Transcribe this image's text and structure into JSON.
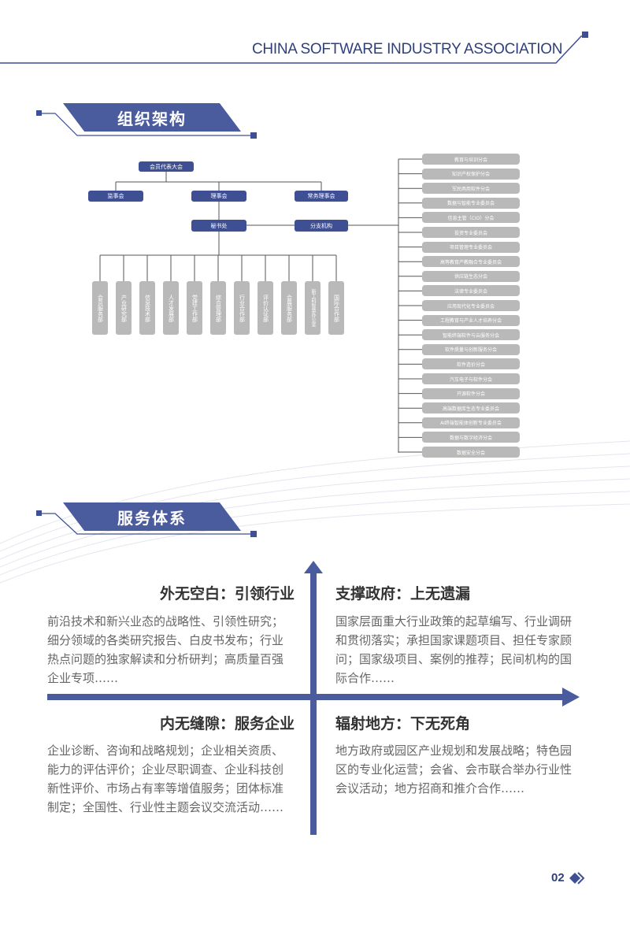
{
  "header": {
    "org_name": "CHINA SOFTWARE INDUSTRY ASSOCIATION"
  },
  "sections": {
    "org": "组织架构",
    "service": "服务体系"
  },
  "org_chart": {
    "top": "会员代表大会",
    "supervisors": "监事会",
    "council": "理事会",
    "standing": "常务理事会",
    "secretariat": "秘书处",
    "branches": "分支机构",
    "departments": [
      "会员服务部",
      "产业研究部",
      "信息技术部",
      "人才发展部",
      "党建工作部",
      "综合管理部",
      "行业合作部",
      "评价认证部",
      "会展服务部",
      "新工科智慧办公室",
      "国际合作部"
    ],
    "branch_list": [
      "教育与培训分会",
      "知识产权保护分会",
      "军民两用软件分会",
      "数据与智能专业委员会",
      "信息主管（CIO）分会",
      "投资专业委员会",
      "项目管理专业委员会",
      "高等教育产教融合专业委员会",
      "供应链生态分会",
      "法律专业委员会",
      "应用现代化专业委员会",
      "工程教育与产业人才培养分会",
      "智能终端软件与云服务分会",
      "软件质量与创新服务分会",
      "软件造价分会",
      "汽车电子与软件分会",
      "开源软件分会",
      "高端数据库生态专业委员会",
      "AI终端智能体创新专业委员会",
      "数据与数字经济分会",
      "数据安全分会"
    ]
  },
  "services": [
    {
      "title": "外无空白：引领行业",
      "text": "前沿技术和新兴业态的战略性、引领性研究；细分领域的各类研究报告、白皮书发布；行业热点问题的独家解读和分析研判；高质量百强企业专项……"
    },
    {
      "title": "支撑政府：上无遗漏",
      "text": "国家层面重大行业政策的起草编写、行业调研和贯彻落实；承担国家课题项目、担任专家顾问；国家级项目、案例的推荐；民间机构的国际合作……"
    },
    {
      "title": "内无缝隙：服务企业",
      "text": "企业诊断、咨询和战略规划；企业相关资质、能力的评估评价；企业尽职调查、企业科技创新性评价、市场占有率等增值服务；团体标准制定；全国性、行业性主题会议交流活动……"
    },
    {
      "title": "辐射地方：下无死角",
      "text": "地方政府或园区产业规划和发展战略；特色园区的专业化运营；会省、会市联合举办行业性会议活动；地方招商和推介合作……"
    }
  ],
  "page_number": "02",
  "colors": {
    "brand": "#3f4f94",
    "box_gray": "#b9b9b9",
    "text_gray": "#666666"
  }
}
